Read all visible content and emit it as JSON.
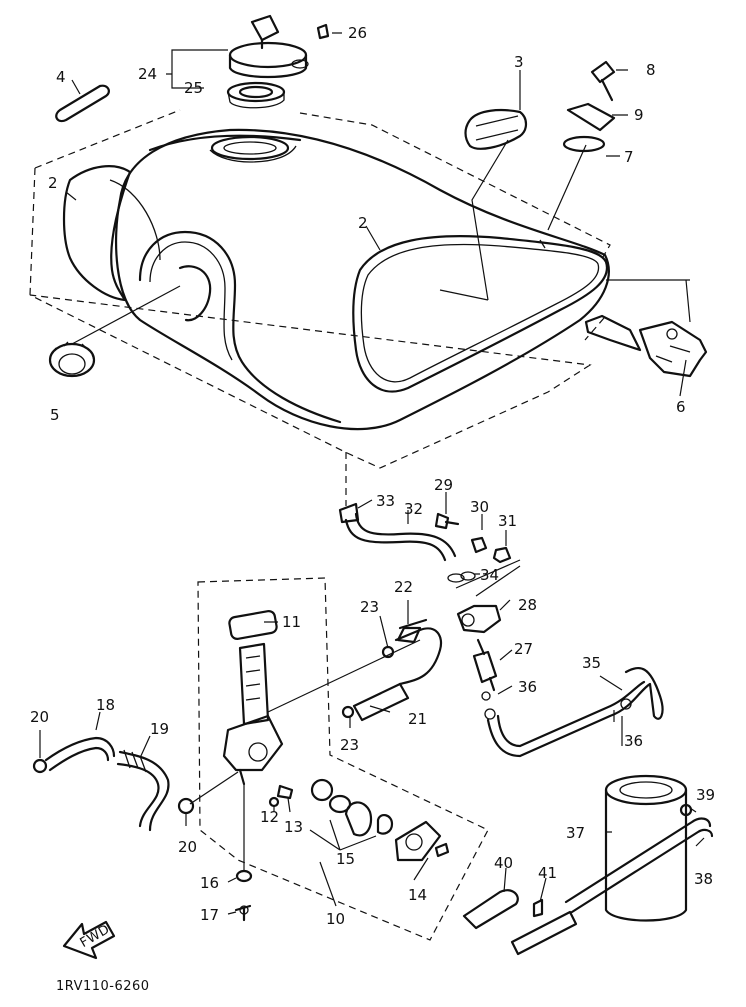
{
  "diagram": {
    "drawing_code": "1RV110-6260",
    "fwd_label": "FWD",
    "callouts": {
      "n2a": "2",
      "n2b": "2",
      "n3": "3",
      "n4": "4",
      "n5": "5",
      "n6": "6",
      "n7": "7",
      "n8": "8",
      "n9": "9",
      "n10": "10",
      "n11": "11",
      "n12": "12",
      "n13": "13",
      "n14": "14",
      "n15": "15",
      "n16": "16",
      "n17": "17",
      "n18": "18",
      "n19": "19",
      "n20a": "20",
      "n20b": "20",
      "n21": "21",
      "n22": "22",
      "n23a": "23",
      "n23b": "23",
      "n24": "24",
      "n25": "25",
      "n26": "26",
      "n27": "27",
      "n28": "28",
      "n29": "29",
      "n30": "30",
      "n31": "31",
      "n32": "32",
      "n33": "33",
      "n34": "34",
      "n35": "35",
      "n36a": "36",
      "n36b": "36",
      "n37": "37",
      "n38": "38",
      "n39": "39",
      "n40": "40",
      "n41": "41"
    }
  }
}
